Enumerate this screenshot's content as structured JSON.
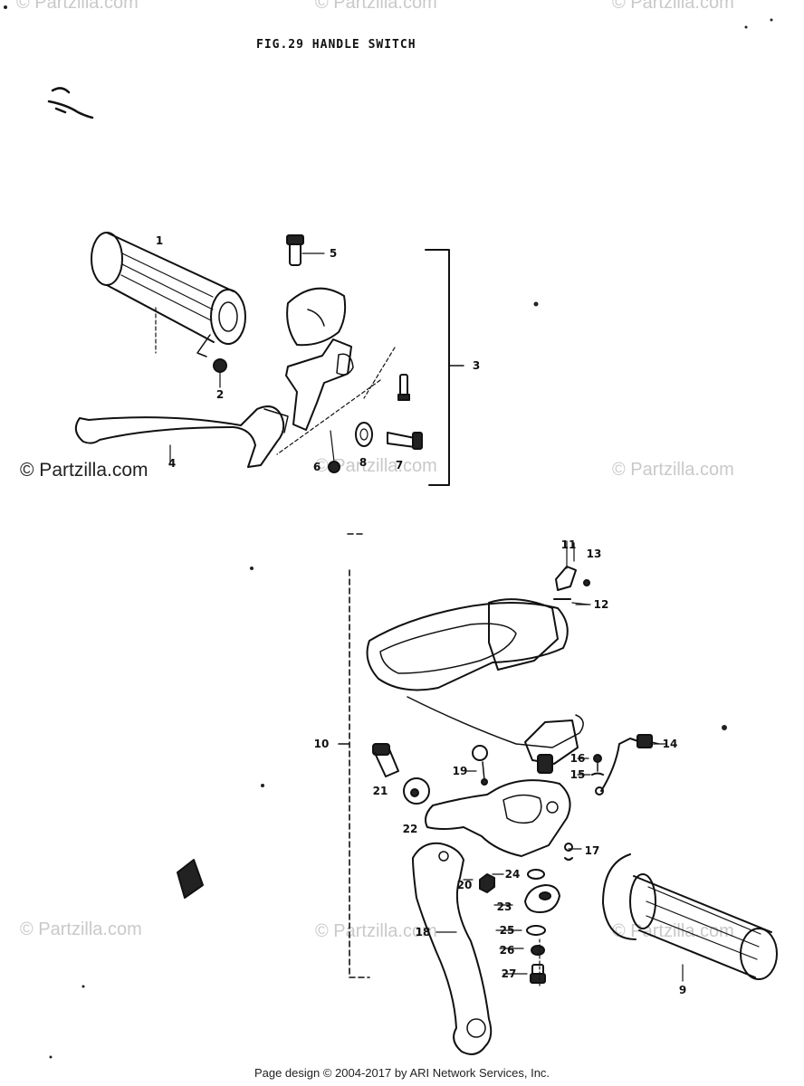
{
  "title": "FIG.29  HANDLE SWITCH",
  "footer": "Page design © 2004-2017 by ARI Network Services, Inc.",
  "watermark_text": "© Partzilla.com",
  "callouts": [
    {
      "id": "1",
      "label": "1"
    },
    {
      "id": "2",
      "label": "2"
    },
    {
      "id": "3",
      "label": "3"
    },
    {
      "id": "4",
      "label": "4"
    },
    {
      "id": "5",
      "label": "5"
    },
    {
      "id": "6",
      "label": "6"
    },
    {
      "id": "7",
      "label": "7"
    },
    {
      "id": "8",
      "label": "8"
    },
    {
      "id": "9",
      "label": "9"
    },
    {
      "id": "10",
      "label": "10"
    },
    {
      "id": "11",
      "label": "11"
    },
    {
      "id": "12",
      "label": "12"
    },
    {
      "id": "13",
      "label": "13"
    },
    {
      "id": "14",
      "label": "14"
    },
    {
      "id": "15",
      "label": "15"
    },
    {
      "id": "16",
      "label": "16"
    },
    {
      "id": "17",
      "label": "17"
    },
    {
      "id": "18",
      "label": "18"
    },
    {
      "id": "19",
      "label": "19"
    },
    {
      "id": "20",
      "label": "20"
    },
    {
      "id": "21",
      "label": "21"
    },
    {
      "id": "22",
      "label": "22"
    },
    {
      "id": "23",
      "label": "23"
    },
    {
      "id": "24",
      "label": "24"
    },
    {
      "id": "25",
      "label": "25"
    },
    {
      "id": "26",
      "label": "26"
    },
    {
      "id": "27",
      "label": "27"
    }
  ]
}
